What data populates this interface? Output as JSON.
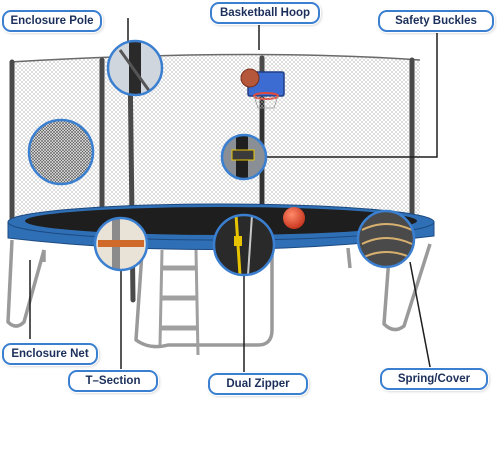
{
  "labels": {
    "enclosure_pole": "Enclosure Pole",
    "basketball_hoop": "Basketball Hoop",
    "safety_buckles": "Safety Buckles",
    "enclosure_net": "Enclosure Net",
    "t_section": "T–Section",
    "dual_zipper": "Dual Zipper",
    "spring_cover": "Spring/Cover"
  },
  "colors": {
    "label_border": "#3a7fd0",
    "label_text": "#1b2f5a",
    "frame_pad": "#2f6fb5",
    "net": "#9a9a9a",
    "leader_line": "#1e1e1e"
  }
}
